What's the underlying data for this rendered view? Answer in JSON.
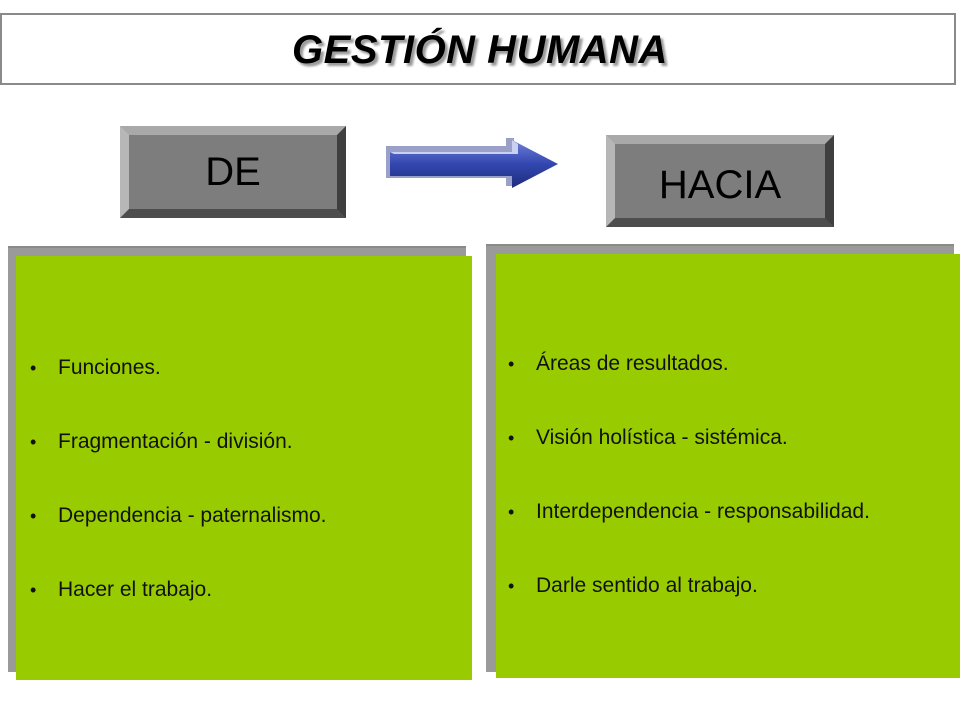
{
  "title": "GESTIÓN HUMANA",
  "buttons": {
    "from_label": "DE",
    "to_label": "HACIA"
  },
  "left_items": [
    "Funciones.",
    "Fragmentación - división.",
    "Dependencia - paternalismo.",
    "Hacer el trabajo."
  ],
  "right_items": [
    "Áreas de resultados.",
    "Visión holística - sistémica.",
    "Interdependencia - responsabilidad.",
    "Darle sentido al trabajo."
  ],
  "colors": {
    "panel_green": "#99cc00",
    "arrow_blue": "#3347b0",
    "button_gray": "#7d7d7d"
  },
  "icons": {
    "arrow": "right-arrow-icon",
    "bullet": "bullet-dot"
  }
}
